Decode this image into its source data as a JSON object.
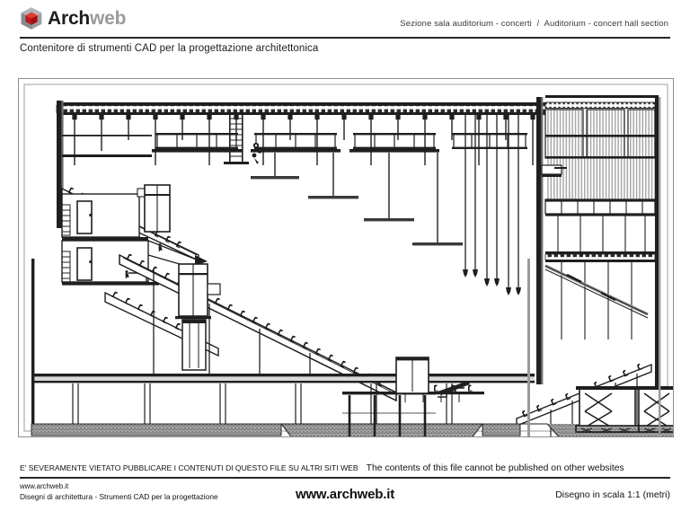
{
  "header": {
    "logo": {
      "icon": "archweb-cube-logo-icon",
      "text_bold": "Arch",
      "text_light": "web",
      "cube_color": "#9a9a9a",
      "gem_color": "#c0161c"
    },
    "drawing_title_it": "Sezione sala auditorium - concerti",
    "separator": "/",
    "drawing_title_en": "Auditorium - concert hall section",
    "subtitle": "Contenitore di strumenti CAD per la progettazione architettonica"
  },
  "footer": {
    "notice_it": "E' SEVERAMENTE VIETATO PUBBLICARE I CONTENUTI DI QUESTO FILE SU ALTRI SITI WEB",
    "notice_en": "The contents of this file cannot be published on other websites",
    "site_small": "www.archweb.it",
    "tagline": "Disegni di architettura - Strumenti CAD  per la progettazione",
    "site_large": "www.archweb.it",
    "scale_note": "Disegno in scala 1:1 (metri)"
  },
  "drawing": {
    "name": "auditorium-concert-hall-section",
    "type": "architectural-section-cad",
    "line_color": "#000000",
    "hatch_color": "#808080",
    "frame_border_color": "#8d8d8d",
    "elements": {
      "ceiling_truss": "suspended acoustic ceiling / technical grid",
      "catwalks": "suspended lighting catwalks with handrails",
      "rigging": "vertical rigging rods with counterweights",
      "stage_tower": "fly tower with hanging drapes and grid",
      "balconies": "two upper balcony tiers with doors and seating",
      "main_rake": "raked main floor seating",
      "rear_rake": "rear raked seating over scissor lifts",
      "orchestra_pit": "pit with piled foundation",
      "scissor_lifts": "two scissor-lift platforms",
      "ground": "stippled foundation slab",
      "elevator_shafts": "vertical circulation shafts"
    }
  }
}
